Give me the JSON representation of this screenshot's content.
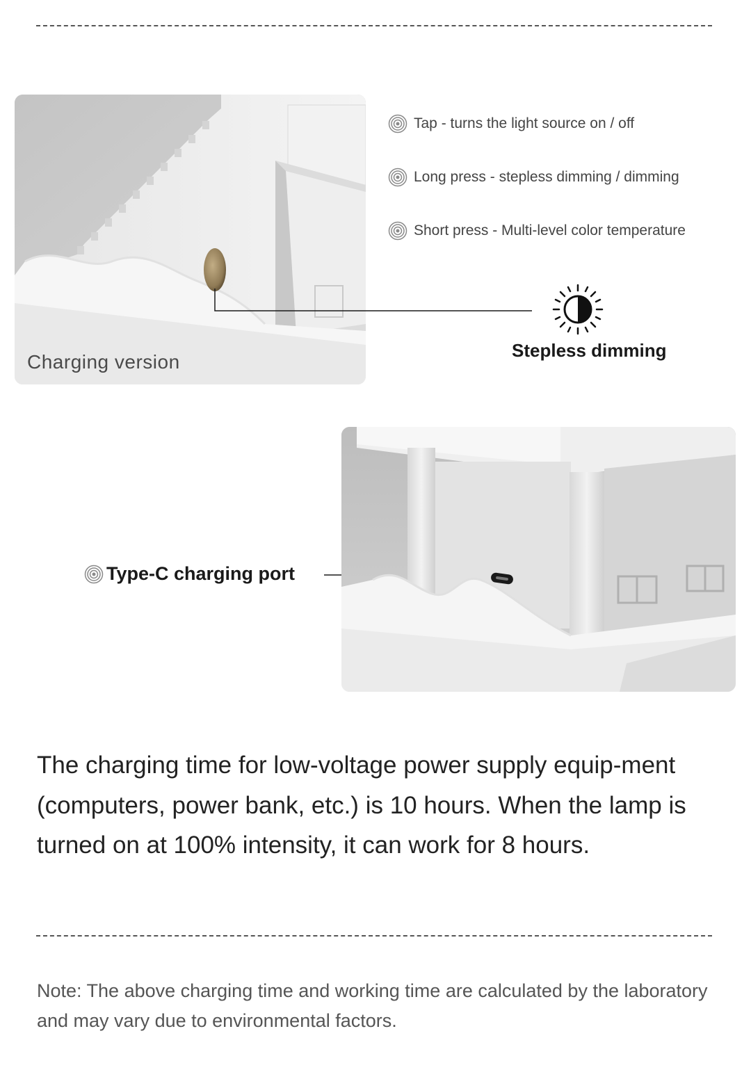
{
  "features": [
    {
      "text": "Tap - turns the light source on / off"
    },
    {
      "text": "Long press - stepless dimming / dimming"
    },
    {
      "text": "Short press - Multi-level color temperature"
    }
  ],
  "photo_charging": {
    "caption": "Charging version"
  },
  "dimming": {
    "label": "Stepless dimming",
    "icon": "half-sun-icon"
  },
  "port": {
    "label": "Type-C charging port",
    "icon": "ring-icon"
  },
  "description": "The charging time for low-voltage power supply equip-ment (computers, power bank, etc.) is 10 hours. When the lamp is turned on at 100% intensity, it can work for 8 hours.",
  "note": "Note: The above charging time and working time are calculated by the laboratory and may vary due to environmental factors.",
  "colors": {
    "text_dark": "#1a1a1a",
    "text_body": "#222222",
    "text_muted": "#555555",
    "button_gold": "#9c8863",
    "photo_bg": "#cfcfcf"
  }
}
